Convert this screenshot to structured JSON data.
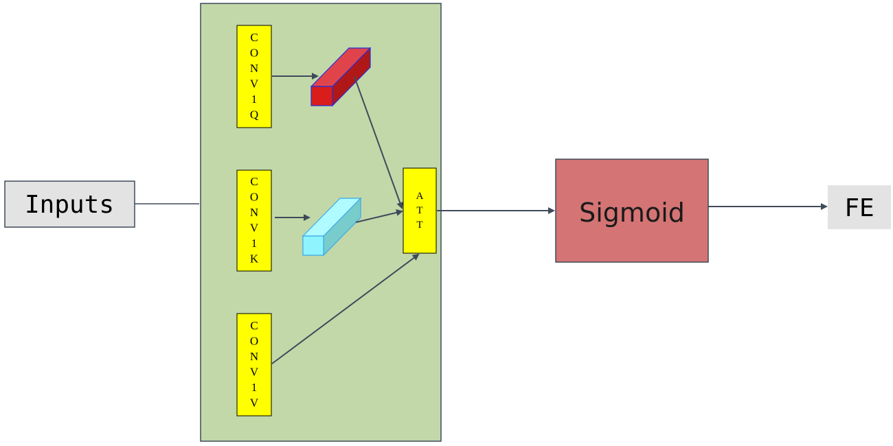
{
  "nodes": {
    "inputs": {
      "label": "Inputs",
      "fill": "#e3e3e3",
      "stroke": "#3f4a5a"
    },
    "attention_module": {
      "fill": "#c2d8a9",
      "stroke": "#3f4a5a"
    },
    "conv1q": {
      "label": "CONV1Q",
      "fill": "#ffff00",
      "stroke": "#000000"
    },
    "conv1k": {
      "label": "CONV1K",
      "fill": "#ffff00",
      "stroke": "#000000"
    },
    "conv1v": {
      "label": "CONV1V",
      "fill": "#ffff00",
      "stroke": "#000000"
    },
    "att": {
      "label": "ATT",
      "fill": "#ffff00",
      "stroke": "#000000"
    },
    "sigmoid": {
      "label": "Sigmoid",
      "fill": "#d47474",
      "stroke": "#3f4a5a"
    },
    "fe": {
      "label": "FE",
      "fill": "#e3e3e3"
    }
  },
  "tensors": {
    "query": {
      "front": "#d91d1d",
      "top": "#e0444a",
      "side": "#b01818",
      "edge": "#1f2fe0"
    },
    "key": {
      "front": "#90f4ff",
      "top": "#b0fbff",
      "side": "#78cccc",
      "edge": "#3aa8e8"
    }
  },
  "edge_color": "#3f4a5a"
}
